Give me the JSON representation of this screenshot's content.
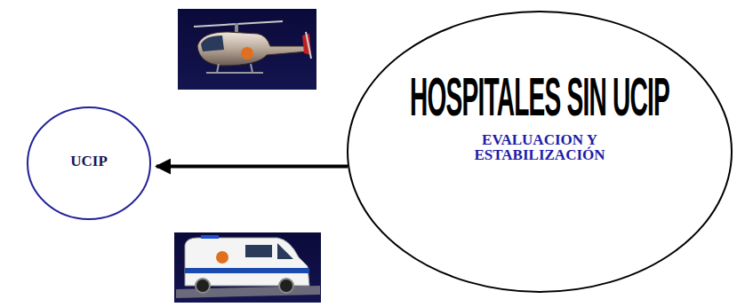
{
  "diagram": {
    "nodes": [
      {
        "text": [
          "UCIP"
        ]
      },
      {
        "text": [
          "HOSPITALES SIN UCIP",
          "EVALUACION Y ESTABILIZACIÓN"
        ]
      }
    ],
    "edges": [
      {
        "from": 1,
        "to": 0,
        "arrow": "to"
      }
    ]
  }
}
